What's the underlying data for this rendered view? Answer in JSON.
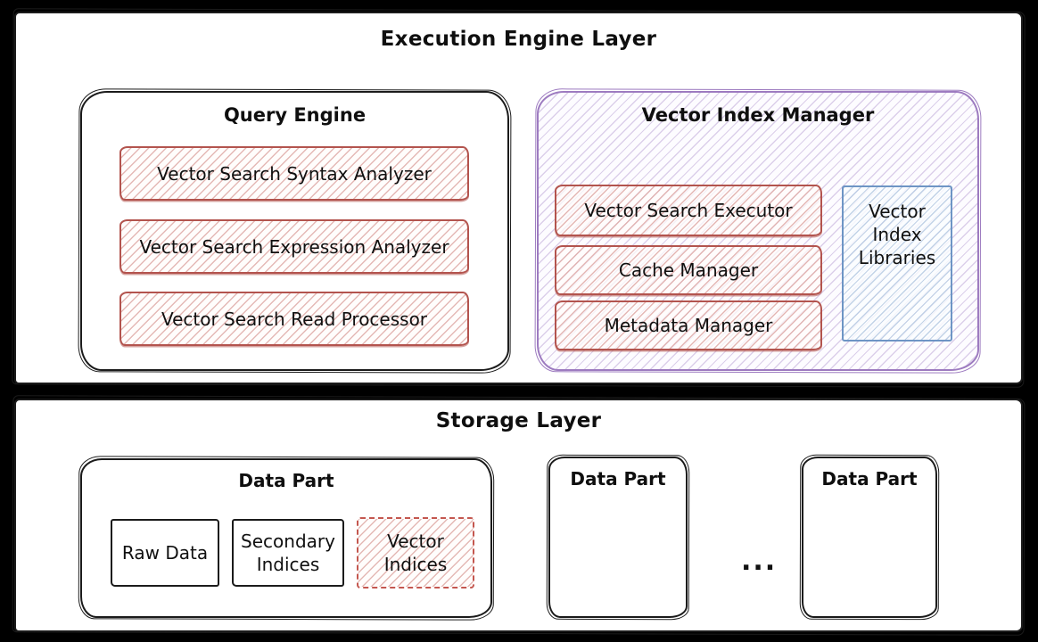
{
  "execution_layer": {
    "title": "Execution Engine Layer",
    "query_engine": {
      "title": "Query Engine",
      "items": [
        "Vector Search Syntax Analyzer",
        "Vector Search Expression Analyzer",
        "Vector Search Read Processor"
      ]
    },
    "vector_index_manager": {
      "title": "Vector Index Manager",
      "items": [
        "Vector Search Executor",
        "Cache Manager",
        "Metadata Manager"
      ],
      "side_box": "Vector Index Libraries"
    }
  },
  "storage_layer": {
    "title": "Storage Layer",
    "ellipsis": "...",
    "data_parts": [
      {
        "title": "Data Part",
        "items": [
          "Raw Data",
          "Secondary Indices",
          "Vector Indices"
        ]
      },
      {
        "title": "Data Part"
      },
      {
        "title": "Data Part"
      }
    ]
  },
  "colors": {
    "ink": "#1b1b1b",
    "red": "#b3544e",
    "purple": "#9d7bc0",
    "blue": "#6e95c5",
    "background": "#000000",
    "canvas": "#ffffff"
  }
}
